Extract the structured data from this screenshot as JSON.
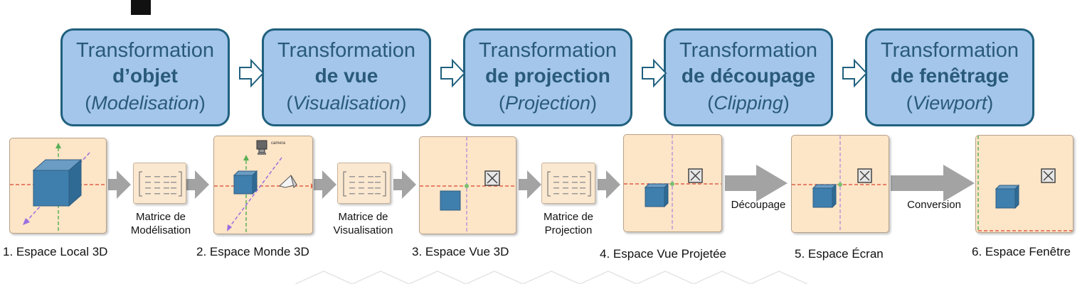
{
  "stages": [
    {
      "line1": "Transformation",
      "line2": "d’objet",
      "line3": "Modelisation"
    },
    {
      "line1": "Transformation",
      "line2": "de vue",
      "line3": "Visualisation"
    },
    {
      "line1": "Transformation",
      "line2": "de projection",
      "line3": "Projection"
    },
    {
      "line1": "Transformation",
      "line2": "de découpage",
      "line3": "Clipping"
    },
    {
      "line1": "Transformation",
      "line2": "de fenêtrage",
      "line3": "Viewport"
    }
  ],
  "spaces": [
    "1. Espace Local 3D",
    "2. Espace Monde 3D",
    "3. Espace Vue 3D",
    "4. Espace Vue Projetée",
    "5. Espace Écran",
    "6. Espace Fenêtre"
  ],
  "matrices": [
    {
      "line1": "Matrice de",
      "line2": "Modélisation"
    },
    {
      "line1": "Matrice de",
      "line2": "Visualisation"
    },
    {
      "line1": "Matrice de",
      "line2": "Projection"
    }
  ],
  "operations": [
    "Découpage",
    "Conversion"
  ],
  "camera_label": "camera",
  "colors": {
    "stage_fill": "#a3c6ea",
    "stage_border": "#20607e",
    "stage_text": "#2a5a7a",
    "panel_fill": "#fde5c7",
    "cube": "#3f7fae",
    "axis_x": "#e0604a",
    "axis_y": "#59b056",
    "axis_z": "#9a6fe0",
    "arrow_gray": "#a3a3a3"
  }
}
